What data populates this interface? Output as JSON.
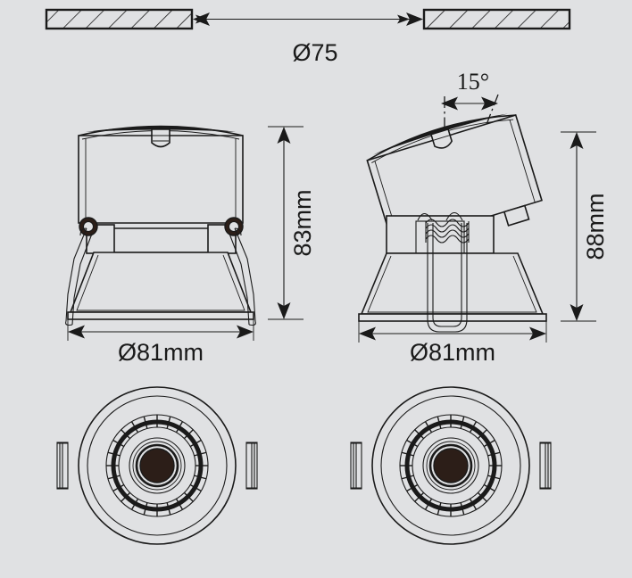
{
  "drawing": {
    "title": "Recessed Adjustable Downlight Dimensional Drawing",
    "background_color": "#e0e1e3",
    "line_color": "#1a1a1a",
    "lens_color": "#2c1e18",
    "dimensions": {
      "cutout_diameter": "Ø75",
      "outer_diameter_left": "Ø81mm",
      "outer_diameter_right": "Ø81mm",
      "height_left": "83mm",
      "height_right": "88mm",
      "tilt_angle": "15°"
    },
    "views": [
      {
        "name": "cutout-view",
        "label": "Ø75",
        "description": "Ceiling cutout section with hatched ceiling segments and double arrow"
      },
      {
        "name": "front-elevation-view",
        "label": "Ø81mm",
        "height_label": "83mm",
        "description": "Straight front elevation of downlight with spring clips"
      },
      {
        "name": "tilted-elevation-view",
        "label": "Ø81mm",
        "height_label": "88mm",
        "angle_label": "15°",
        "description": "Tilted elevation of downlight at 15 degrees with spring and bracket"
      },
      {
        "name": "bottom-plan-view-left",
        "description": "Bottom plan circular view with concentric rings, knurled ring and central lens"
      },
      {
        "name": "bottom-plan-view-right",
        "description": "Bottom plan circular view with concentric rings, knurled ring and central lens"
      }
    ]
  }
}
